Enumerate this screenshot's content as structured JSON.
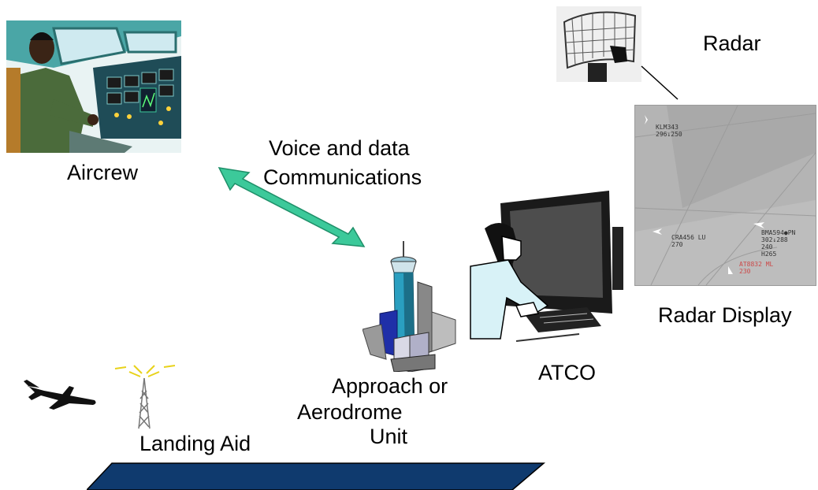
{
  "labels": {
    "aircrew": "Aircrew",
    "comms_line1": "Voice and data",
    "comms_line2": "Communications",
    "radar": "Radar",
    "radar_display": "Radar Display",
    "atco": "ATCO",
    "unit_line1": "Approach or",
    "unit_line2": "Aerodrome",
    "unit_line3": "Unit",
    "landing_aid": "Landing Aid"
  },
  "radar_display": {
    "tag1_callsign": "KLM343",
    "tag1_alt": "296↓250",
    "tag2_callsign": "CRA456 LU",
    "tag2_alt": "270",
    "tag3_callsign": "BMA594●PN",
    "tag3_line2": "302↓288",
    "tag3_line3": "240",
    "tag3_line4": "H265",
    "tag4_callsign": "AT8832 ML",
    "tag4_alt": "230"
  },
  "colors": {
    "arrow": "#3cc99a",
    "runway": "#0f3a6e",
    "radar_bg": "#b4b4b4",
    "alert_text": "#cc4a4a"
  }
}
